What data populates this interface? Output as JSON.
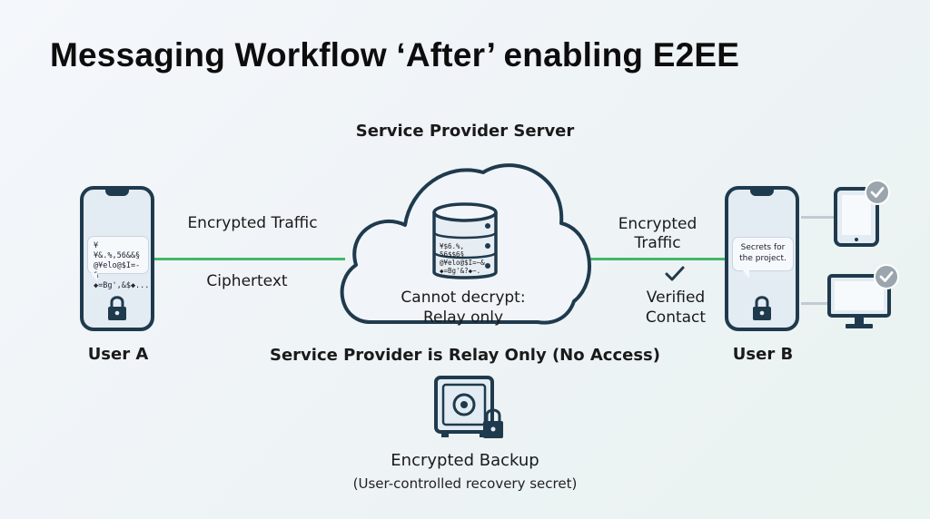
{
  "title": "Messaging Workflow ‘After’ enabling E2EE",
  "server": {
    "label": "Service Provider Server",
    "db_text": "¥$6.%, 56$$6§ @¥elo@$I=~& ◆=Bg'&?◆~.",
    "status_line1": "Cannot decrypt:",
    "status_line2": "Relay only"
  },
  "left_link": {
    "top_label": "Encrypted Traffic",
    "bottom_label": "Ciphertext"
  },
  "right_link": {
    "top_label_line1": "Encrypted",
    "top_label_line2": "Traffic",
    "verified_line1": "Verified",
    "verified_line2": "Contact"
  },
  "user_a": {
    "name": "User A",
    "bubble_text": "¥¥&.%,56&&§ @¥elo@$I=-& ◆=Bg',&$◆..."
  },
  "user_b": {
    "name": "User B",
    "bubble_text": "Secrets for the project."
  },
  "relay_caption": "Service Provider is Relay Only (No Access)",
  "backup": {
    "title": "Encrypted Backup",
    "subtitle": "(User-controlled recovery secret)"
  },
  "colors": {
    "device": "#1f3a4d",
    "link": "#43b86a",
    "check_badge": "#9aa5ad",
    "device_line": "#c2cbd3"
  },
  "icons": [
    "lock-icon",
    "database-icon",
    "cloud-icon",
    "checkmark-icon",
    "tablet-icon",
    "monitor-icon",
    "safe-icon",
    "verified-badge-icon"
  ]
}
